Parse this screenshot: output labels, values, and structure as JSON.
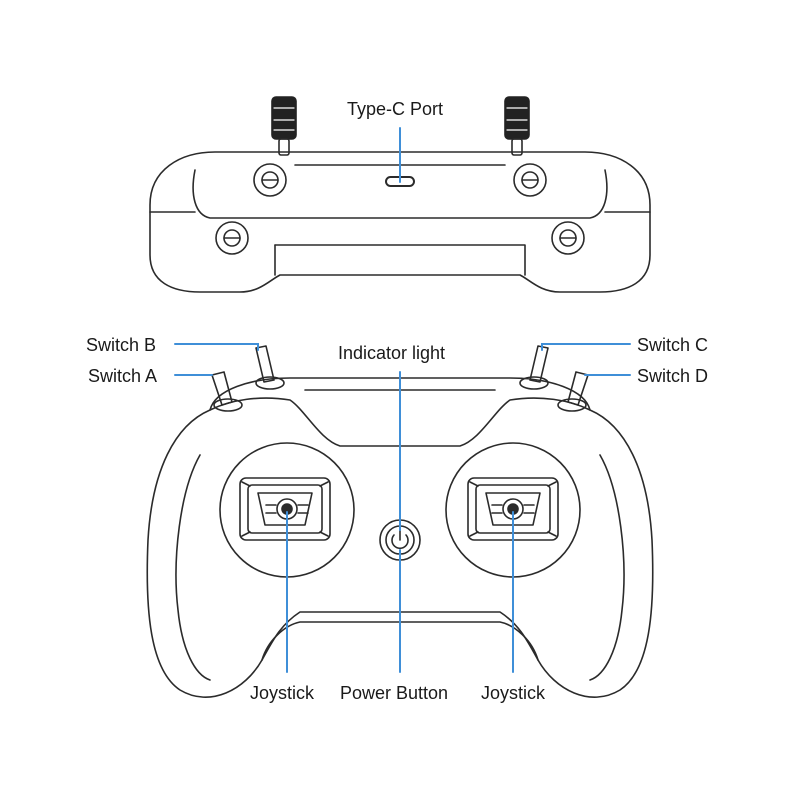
{
  "colors": {
    "leader": "#3f8fd8",
    "outline": "#2b2b2b",
    "background": "#ffffff"
  },
  "labels": {
    "type_c_port": "Type-C Port",
    "switch_a": "Switch A",
    "switch_b": "Switch B",
    "switch_c": "Switch C",
    "switch_d": "Switch D",
    "indicator_light": "Indicator light",
    "joystick_left": "Joystick",
    "power_button": "Power Button",
    "joystick_right": "Joystick"
  },
  "icons": [
    "power-icon",
    "joystick-icon",
    "toggle-switch-icon",
    "usb-c-port-icon",
    "antenna-knob-icon"
  ]
}
